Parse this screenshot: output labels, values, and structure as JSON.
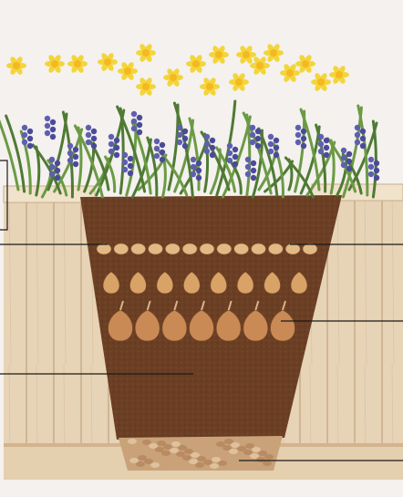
{
  "image": {
    "subject": "planter-cross-section",
    "colors": {
      "background": "#f4f1ee",
      "wood": "#e7d3b6",
      "wood_dark": "#cdb08a",
      "soil": "#6b3f24",
      "soil_light": "#8a5634",
      "gravel": "#c9a27a",
      "daffodil": "#f3d53a",
      "muscari": "#4b4a9a",
      "leaf": "#4f7a34",
      "bulb": "#d9a267",
      "bulb_big": "#c98a56",
      "callout_line": "#1a1a1a"
    },
    "layers": [
      {
        "name": "small-bulbs",
        "count": 13
      },
      {
        "name": "medium-bulbs",
        "count": 8
      },
      {
        "name": "large-bulbs",
        "count": 7
      },
      {
        "name": "soil"
      },
      {
        "name": "gravel-drainage"
      }
    ]
  }
}
